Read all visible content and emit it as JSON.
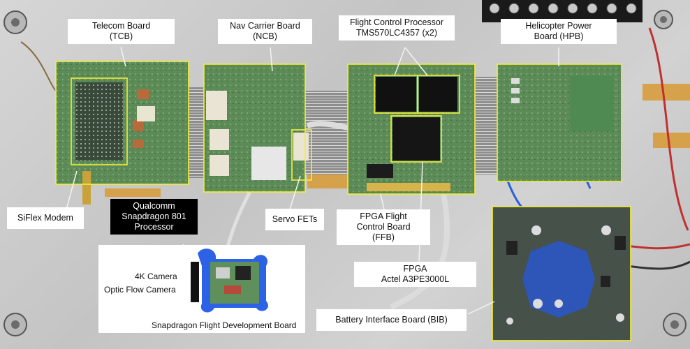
{
  "labels": {
    "tcb": [
      "Telecom Board",
      "(TCB)"
    ],
    "ncb": [
      "Nav Carrier Board",
      "(NCB)"
    ],
    "fcp": [
      "Flight Control Processor",
      "TMS570LC4357 (x2)"
    ],
    "hpb": [
      "Helicopter Power",
      "Board (HPB)"
    ],
    "siflex": [
      "SiFlex Modem"
    ],
    "qualcomm": [
      "Qualcomm",
      "Snapdragon 801",
      "Processor"
    ],
    "servo": [
      "Servo FETs"
    ],
    "ffb": [
      "FPGA Flight",
      "Control Board",
      "(FFB)"
    ],
    "fpga": [
      "FPGA",
      "Actel A3PE3000L"
    ],
    "bib": [
      "Battery Interface Board (BIB)"
    ]
  },
  "inset": {
    "camera_4k": "4K Camera",
    "optic_flow": "Optic Flow Camera",
    "board_name": "Snapdragon Flight Development Board"
  },
  "colors": {
    "highlight": "#f2ef3a",
    "pcb_green": "#5f8f5a",
    "wire_blue": "#2a5fd6",
    "wire_red": "#c03030",
    "tape": "#d89a35",
    "mount_blue": "#2c62e6"
  }
}
